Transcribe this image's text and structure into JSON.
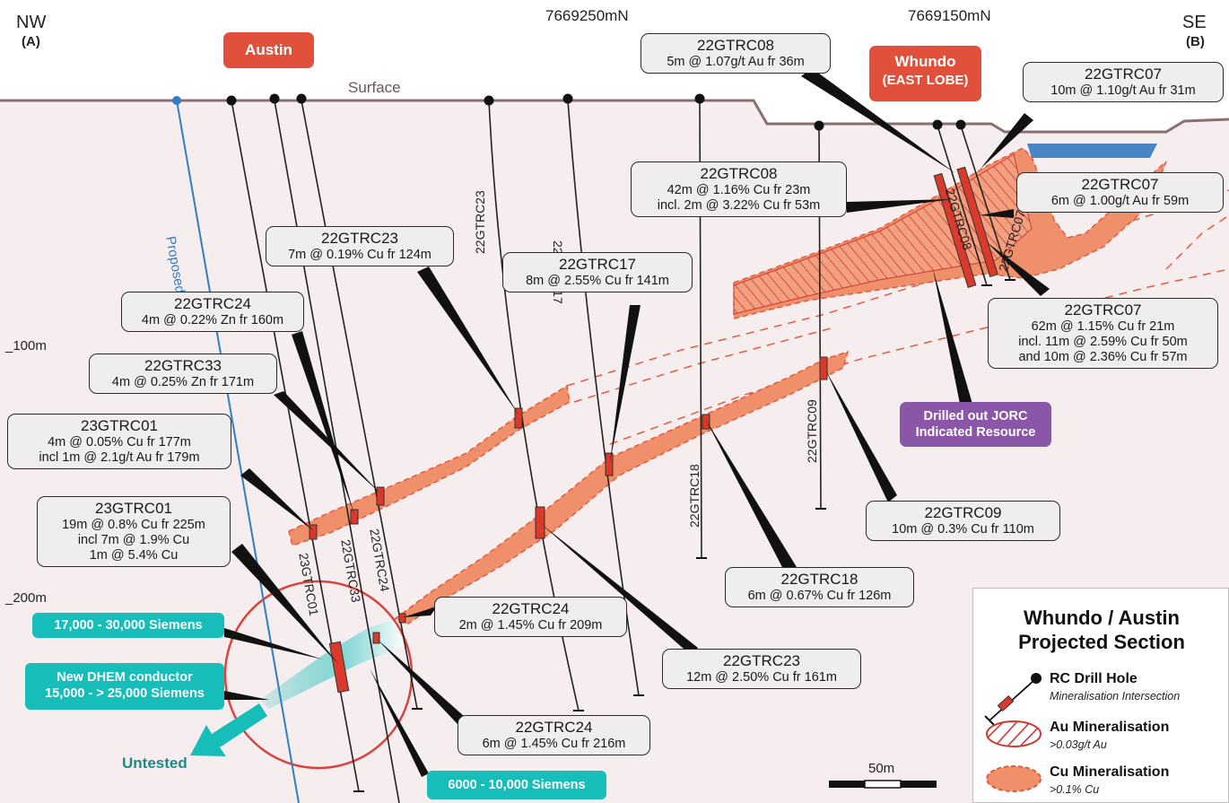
{
  "header": {
    "nw": "NW",
    "nw_sub": "(A)",
    "se": "SE",
    "se_sub": "(B)",
    "northing_1": "7669250mN",
    "northing_2": "7669150mN"
  },
  "surface_label": "Surface",
  "depth_labels": [
    "_100m",
    "_200m"
  ],
  "tags": {
    "austin": "Austin",
    "whundo_line1": "Whundo",
    "whundo_line2": "(EAST LOBE)",
    "jorc_line1": "Drilled out JORC",
    "jorc_line2": "Indicated Resource",
    "siemens_17k": "17,000 - 30,000 Siemens",
    "dhem_line1": "New DHEM conductor",
    "dhem_line2": "15,000 - > 25,000 Siemens",
    "siemens_6k": "6000 - 10,000 Siemens",
    "untested": "Untested",
    "proposed": "Proposed"
  },
  "hole_labels": {
    "r23": "22GTRC23",
    "r17": "22GTRC17",
    "r18": "22GTRC18",
    "r09": "22GTRC09",
    "r08": "22GTRC08",
    "r07": "22GTRC07",
    "t01": "23GTRC01",
    "r33": "22GTRC33",
    "r24": "22GTRC24"
  },
  "callouts": {
    "c08a": {
      "title": "22GTRC08",
      "lines": [
        "5m @ 1.07g/t Au fr 36m"
      ]
    },
    "c07a": {
      "title": "22GTRC07",
      "lines": [
        "10m @ 1.10g/t Au fr 31m"
      ]
    },
    "c08b": {
      "title": "22GTRC08",
      "lines": [
        "42m @ 1.16% Cu fr 23m",
        "incl. 2m @ 3.22% Cu fr 53m"
      ]
    },
    "c07b": {
      "title": "22GTRC07",
      "lines": [
        "6m @ 1.00g/t Au fr 59m"
      ]
    },
    "c23a": {
      "title": "22GTRC23",
      "lines": [
        "7m @ 0.19% Cu fr 124m"
      ]
    },
    "c17": {
      "title": "22GTRC17",
      "lines": [
        "8m @ 2.55% Cu fr 141m"
      ]
    },
    "c24a": {
      "title": "22GTRC24",
      "lines": [
        "4m @ 0.22% Zn fr 160m"
      ]
    },
    "c07c": {
      "title": "22GTRC07",
      "lines": [
        "62m @ 1.15% Cu fr 21m",
        "incl. 11m @ 2.59% Cu fr 50m",
        "and 10m @ 2.36% Cu fr 57m"
      ]
    },
    "c33": {
      "title": "22GTRC33",
      "lines": [
        "4m @ 0.25% Zn fr 171m"
      ]
    },
    "c01a": {
      "title": "23GTRC01",
      "lines": [
        "4m @ 0.05% Cu fr 177m",
        "incl 1m @ 2.1g/t Au fr 179m"
      ]
    },
    "c01b": {
      "title": "23GTRC01",
      "lines": [
        "19m @ 0.8% Cu fr 225m",
        "incl 7m @ 1.9% Cu",
        "1m @ 5.4% Cu"
      ]
    },
    "c09": {
      "title": "22GTRC09",
      "lines": [
        "10m @ 0.3% Cu fr 110m"
      ]
    },
    "c18": {
      "title": "22GTRC18",
      "lines": [
        "6m @ 0.67% Cu fr 126m"
      ]
    },
    "c24b": {
      "title": "22GTRC24",
      "lines": [
        "2m @ 1.45% Cu fr 209m"
      ]
    },
    "c23b": {
      "title": "22GTRC23",
      "lines": [
        "12m @ 2.50% Cu fr 161m"
      ]
    },
    "c24c": {
      "title": "22GTRC24",
      "lines": [
        "6m @ 1.45% Cu fr 216m"
      ]
    }
  },
  "scale_bar": "50m",
  "legend": {
    "title_line1": "Whundo / Austin",
    "title_line2": "Projected Section",
    "rc_label": "RC Drill Hole",
    "rc_sub": "Mineralisation Intersection",
    "au_label": "Au Mineralisation",
    "au_sub": ">0.03g/t Au",
    "cu_label": "Cu Mineralisation",
    "cu_sub": ">0.1% Cu"
  },
  "colors": {
    "ground": "#f6eeee",
    "sky": "#ffffff",
    "cu_fill": "#f0906a",
    "cu_edge": "#e25a42",
    "au_hatch": "#cc3b33",
    "intersection": "#d93a2b",
    "water": "#4a86c5",
    "proposed": "#2f7fc2",
    "callout_bg": "#efeded",
    "austin_tag": "#e0503a",
    "jorc_tag": "#8b55a8",
    "siemens_tag": "#16bdb9",
    "target_circle": "#d9433d"
  }
}
